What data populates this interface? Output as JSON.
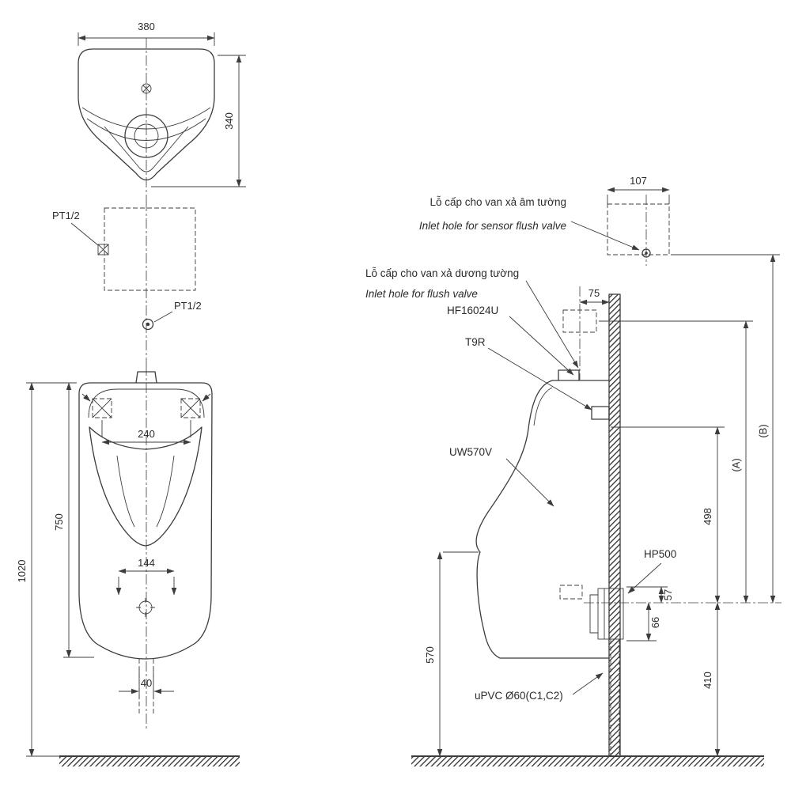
{
  "colors": {
    "ink": "#3c3c3c",
    "background": "#ffffff"
  },
  "dims": {
    "w380": "380",
    "d340": "340",
    "m240": "240",
    "h750": "750",
    "h1020": "1020",
    "w144": "144",
    "w40": "40",
    "o107": "107",
    "o75": "75",
    "a": "(A)",
    "b": "(B)",
    "h498": "498",
    "h57": "57",
    "h66": "66",
    "h410": "410",
    "h570": "570"
  },
  "labels": {
    "pt_top": "PT1/2",
    "pt_mid": "PT1/2",
    "sensor_vi": "Lỗ cấp cho van xả âm tường",
    "sensor_en": "Inlet hole for sensor flush valve",
    "flush_vi": "Lỗ cấp cho van xả dương tường",
    "flush_en": "Inlet hole for flush valve",
    "hf": "HF16024U",
    "t9r": "T9R",
    "model": "UW570V",
    "hp500": "HP500",
    "upvc": "uPVC Ø60(C1,C2)"
  }
}
